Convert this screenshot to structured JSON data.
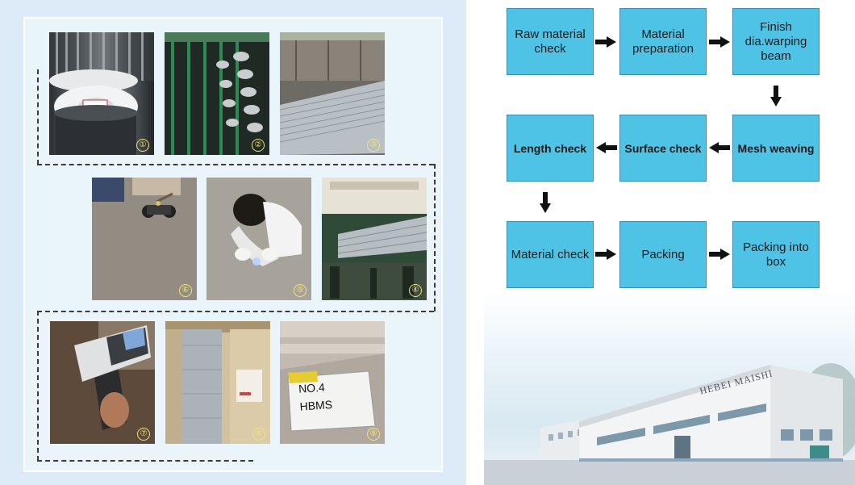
{
  "photos": [
    {
      "number": "①",
      "icon": "wire-spools-icon"
    },
    {
      "number": "②",
      "icon": "warping-creel-icon"
    },
    {
      "number": "③",
      "icon": "warp-beam-icon"
    },
    {
      "number": "④",
      "icon": "weaving-loom-icon"
    },
    {
      "number": "⑤",
      "icon": "magnifier-inspection-icon"
    },
    {
      "number": "⑥",
      "icon": "length-measure-wheel-icon"
    },
    {
      "number": "⑦",
      "icon": "xrf-analyzer-icon"
    },
    {
      "number": "⑧",
      "icon": "mesh-rolls-icon"
    },
    {
      "number": "⑨",
      "icon": "packing-box-icon"
    }
  ],
  "box_label": "NO.4\nHBMS",
  "flow": {
    "row1": [
      "Raw material check",
      "Material preparation",
      "Finish dia.warping beam"
    ],
    "row2": [
      "Length check",
      "Surface check",
      "Mesh weaving"
    ],
    "row3": [
      "Material check",
      "Packing",
      "Packing into box"
    ]
  },
  "building_sign": "HEBEI MAISHI",
  "colors": {
    "box_fill": "#4fc3e6",
    "panel_bg": "#dcebf7",
    "arrow": "#111111"
  }
}
